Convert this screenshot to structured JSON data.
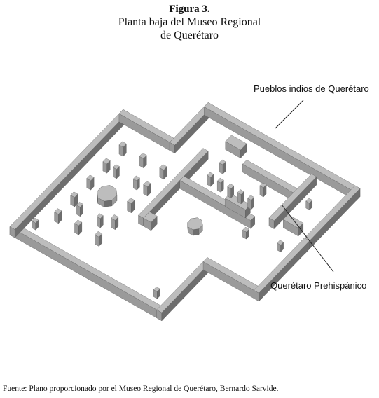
{
  "figure": {
    "label": "Figura 3.",
    "title_line1": "Planta baja del Museo Regional",
    "title_line2": "de Querétaro"
  },
  "callouts": {
    "pueblos": "Pueblos indios de Querétaro",
    "prehispanico": "Querétaro Prehispánico"
  },
  "source": "Fuente: Plano proporcionado por el Museo Regional de Querétaro, Bernardo Sarvide.",
  "colors": {
    "wall_top": "#bdbdbd",
    "wall_front": "#9a9a9a",
    "wall_side": "#6e6e6e",
    "leader_line": "#222222"
  }
}
